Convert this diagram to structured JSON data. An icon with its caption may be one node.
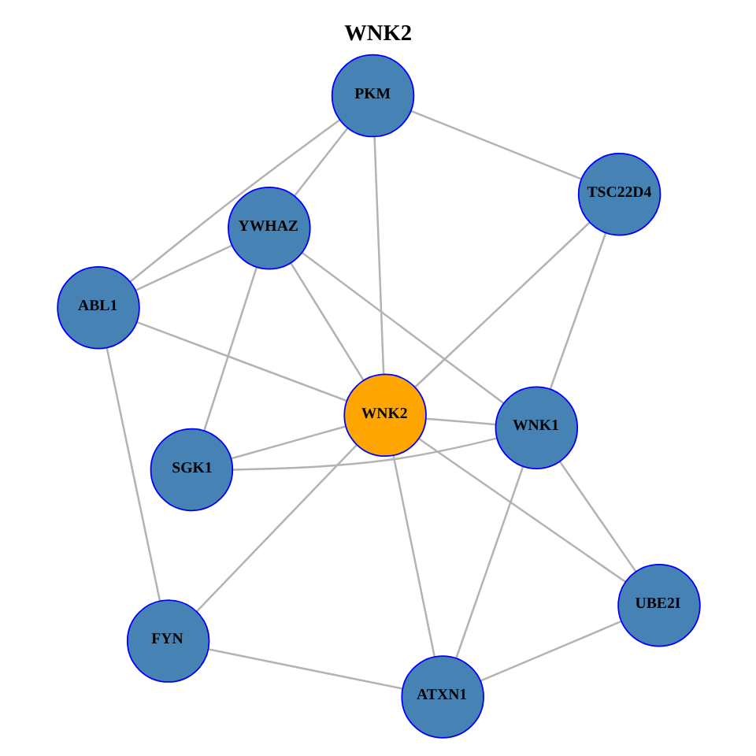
{
  "diagram": {
    "title": "WNK2",
    "nodes": [
      {
        "text": [
          "ABL1"
        ]
      },
      {
        "text": [
          "PKM"
        ]
      },
      {
        "text": [
          "FYN"
        ]
      },
      {
        "text": [
          "YWHAZ"
        ]
      },
      {
        "text": [
          "WNK2"
        ]
      },
      {
        "text": [
          "TSC22D4"
        ]
      },
      {
        "text": [
          "ATXN1"
        ]
      },
      {
        "text": [
          "WNK1"
        ]
      },
      {
        "text": [
          "SGK1"
        ]
      },
      {
        "text": [
          "UBE2I"
        ]
      }
    ],
    "edges": [
      {
        "from": 0,
        "to": 2,
        "arrow": "none"
      },
      {
        "from": 0,
        "to": 1,
        "arrow": "none"
      },
      {
        "from": 0,
        "to": 4,
        "arrow": "none"
      },
      {
        "from": 0,
        "to": 3,
        "arrow": "none"
      },
      {
        "from": 1,
        "to": 4,
        "arrow": "none"
      },
      {
        "from": 1,
        "to": 3,
        "arrow": "none"
      },
      {
        "from": 1,
        "to": 5,
        "arrow": "none"
      },
      {
        "from": 2,
        "to": 4,
        "arrow": "none"
      },
      {
        "from": 2,
        "to": 6,
        "arrow": "none"
      },
      {
        "from": 3,
        "to": 4,
        "arrow": "none"
      },
      {
        "from": 3,
        "to": 7,
        "arrow": "none"
      },
      {
        "from": 3,
        "to": 8,
        "arrow": "none"
      },
      {
        "from": 4,
        "to": 5,
        "arrow": "none"
      },
      {
        "from": 4,
        "to": 6,
        "arrow": "none"
      },
      {
        "from": 4,
        "to": 7,
        "arrow": "none"
      },
      {
        "from": 4,
        "to": 8,
        "arrow": "none"
      },
      {
        "from": 4,
        "to": 9,
        "arrow": "none"
      },
      {
        "from": 5,
        "to": 7,
        "arrow": "none"
      },
      {
        "from": 6,
        "to": 7,
        "arrow": "none"
      },
      {
        "from": 6,
        "to": 9,
        "arrow": "none"
      },
      {
        "from": 7,
        "to": 8,
        "arrow": "none"
      },
      {
        "from": 7,
        "to": 9,
        "arrow": "none"
      }
    ]
  }
}
